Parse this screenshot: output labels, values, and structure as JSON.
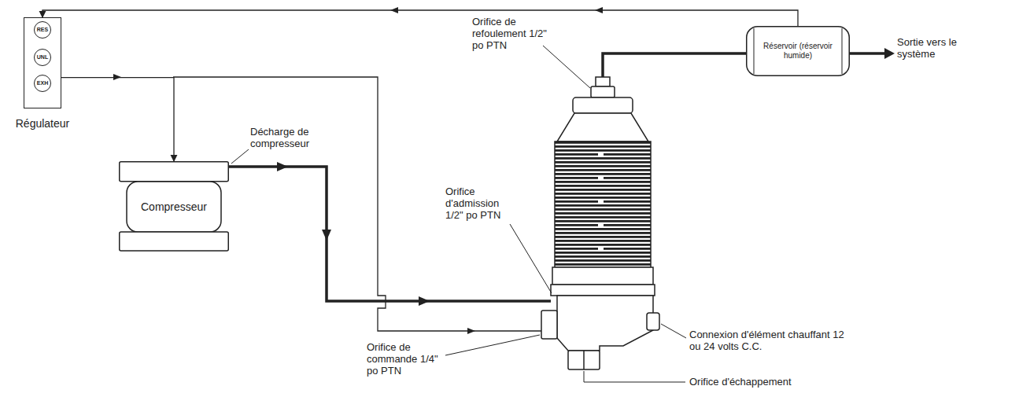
{
  "diagram": {
    "nodes": [
      {
        "text": [
          "Régulateur"
        ]
      },
      {
        "text": [
          "RES"
        ],
        "in": 0
      },
      {
        "text": [
          "UNL"
        ],
        "in": 0
      },
      {
        "text": [
          "EXH"
        ],
        "in": 0
      },
      {
        "text": [
          "Compresseur"
        ]
      },
      {
        "text": [
          "Réservoir (réservoir humide)"
        ]
      }
    ],
    "edges": [
      {
        "from": 5,
        "to": 0,
        "arrow": "to"
      },
      {
        "from": 0,
        "to": 4,
        "arrow": "to"
      }
    ],
    "labels": [
      "Orifice de refoulement 1/2\" po PTN",
      "Sortie vers le système",
      "Décharge de compresseur",
      "Orifice d'admission 1/2\" po PTN",
      "Orifice de commande 1/4\" po PTN",
      "Connexion d'élément chauffant 12 ou 24 volts C.C.",
      "Orifice d'échappement"
    ]
  }
}
